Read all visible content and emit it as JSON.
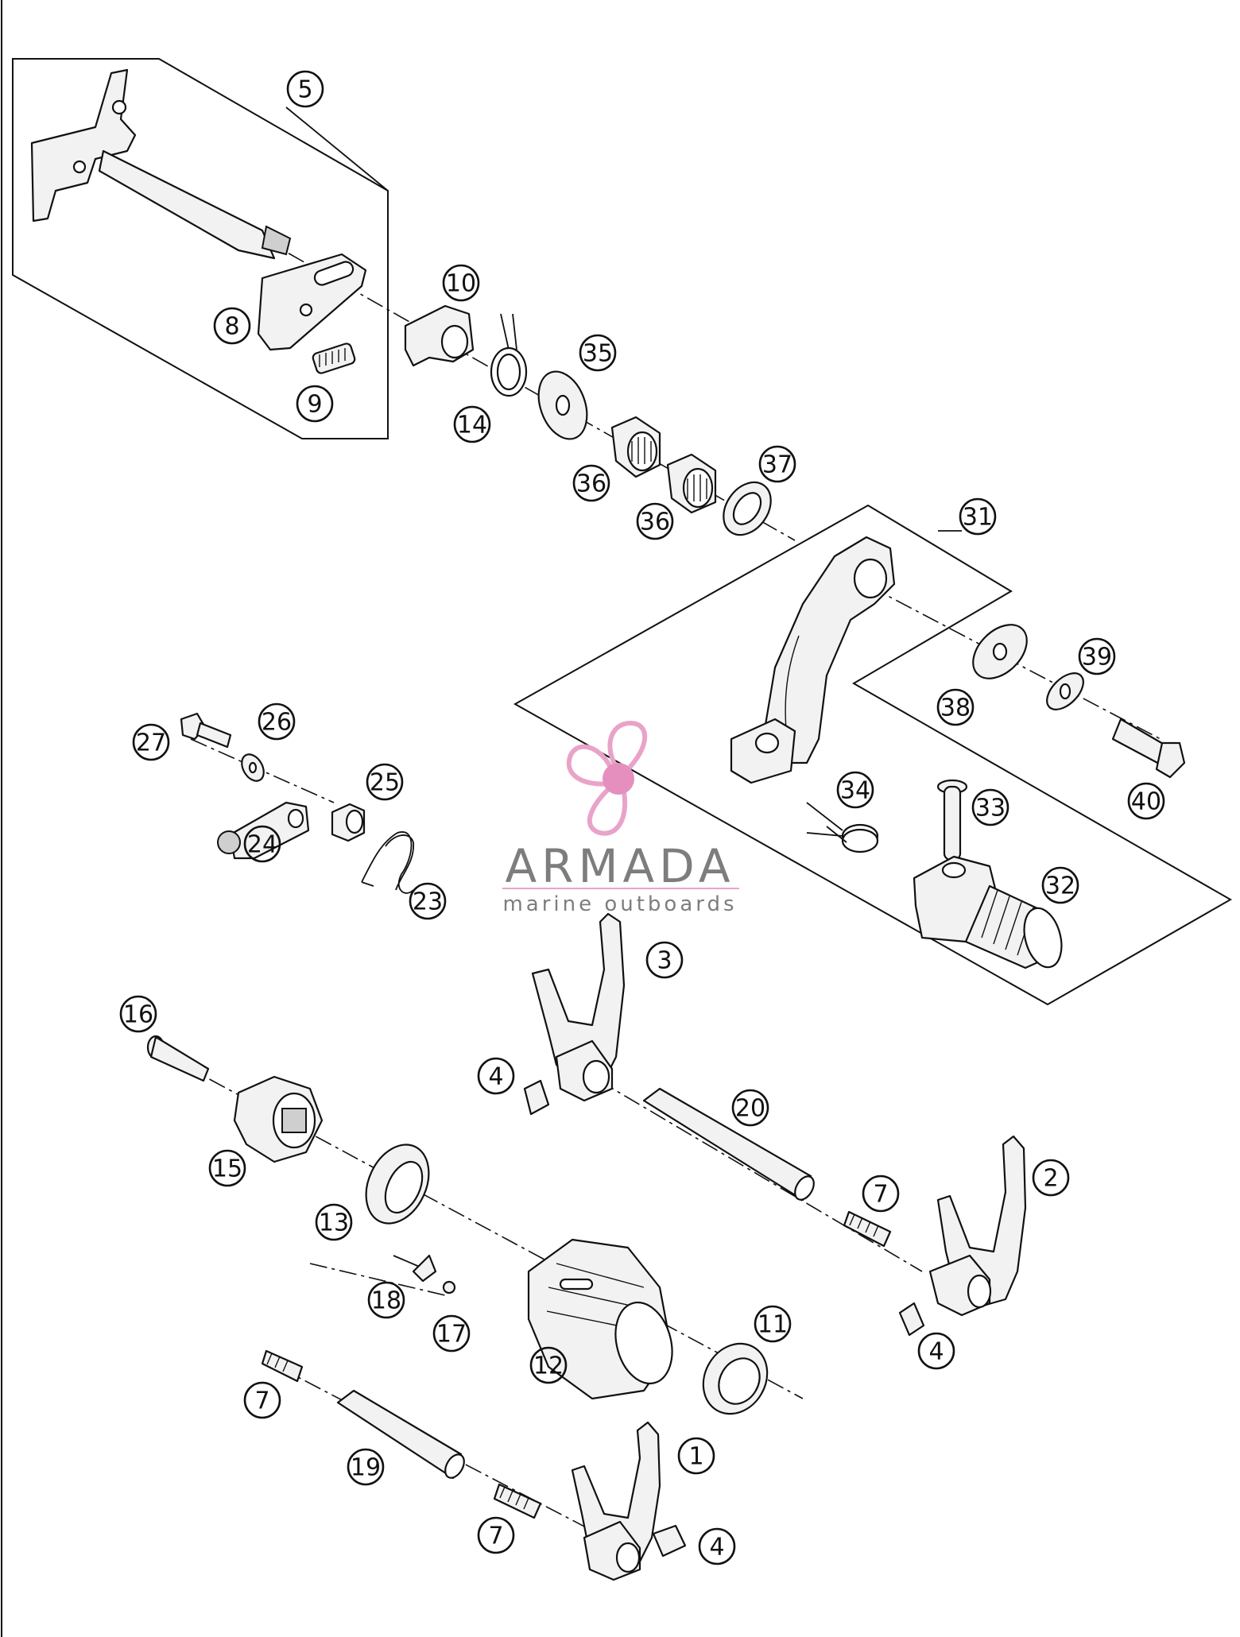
{
  "watermark": {
    "name": "ARMADA",
    "tagline": "marine outboards",
    "logo_icon": "propeller-icon",
    "colors": {
      "logo": "#e9a3c9",
      "logo_core": "#e58fbe",
      "text": "#7d7d7d"
    }
  },
  "callouts": [
    "5",
    "8",
    "9",
    "10",
    "14",
    "35",
    "36",
    "36",
    "37",
    "31",
    "38",
    "39",
    "40",
    "27",
    "26",
    "25",
    "24",
    "23",
    "34",
    "33",
    "32",
    "3",
    "4",
    "20",
    "16",
    "15",
    "13",
    "7",
    "2",
    "18",
    "17",
    "12",
    "11",
    "4",
    "7",
    "19",
    "1",
    "7",
    "4"
  ]
}
